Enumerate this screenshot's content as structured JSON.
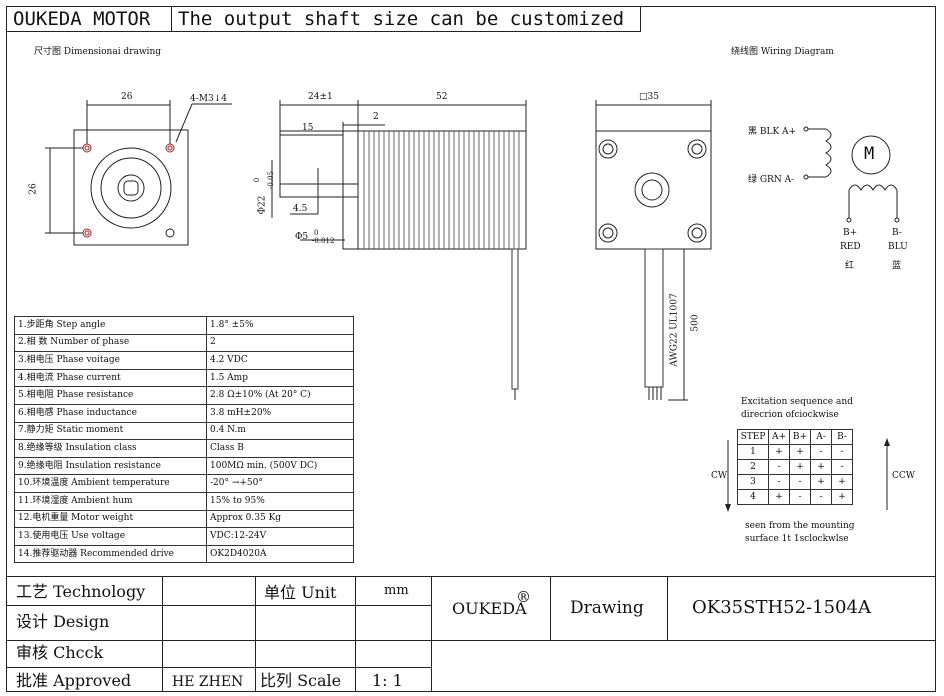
{
  "header": {
    "brand": "OUKEDA MOTOR",
    "tagline": "The output shaft size can be customized"
  },
  "labels": {
    "dim_drawing": "尺寸图 Dimensionai drawing",
    "wiring_diagram": "绕线图 Wiring Diagram"
  },
  "dimensions": {
    "front_width": "26",
    "hole_spec": "4-M3↓4",
    "front_height": "26",
    "shaft_total": "24±1",
    "body_length": "52",
    "shaft_flat": "15",
    "step": "2",
    "boss_dia": "Φ22",
    "boss_tol_upper": "0",
    "boss_tol_lower": "-0.05",
    "flat_depth": "4.5",
    "shaft_dia": "Φ5",
    "shaft_tol_upper": "0",
    "shaft_tol_lower": "-0.012",
    "square": "□35",
    "lead_length": "500",
    "wire_spec": "AWG22 UL1007"
  },
  "wiring": {
    "blk": "黑 BLK A+",
    "grn": "绿 GRN A-",
    "motor": "M",
    "b_plus": "B+",
    "b_minus": "B-",
    "red": "RED",
    "blu": "BLU",
    "red_cn": "红",
    "blu_cn": "蓝"
  },
  "specs": [
    {
      "key": "1.步距角 Step angle",
      "value": "1.8° ±5%"
    },
    {
      "key": "2.相  数 Number of phase",
      "value": "2"
    },
    {
      "key": "3.相电压 Phase voitage",
      "value": "4.2 VDC"
    },
    {
      "key": "4.相电流 Phase current",
      "value": "1.5 Amp"
    },
    {
      "key": "5.相电阻 Phase resistance",
      "value": "2.8 Ω±10% (At 20° C)"
    },
    {
      "key": "6.相电感 Phase inductance",
      "value": "3.8 mH±20%"
    },
    {
      "key": "7.静力矩 Static moment",
      "value": "0.4 N.m"
    },
    {
      "key": "8.绝缘等级 Insulation class",
      "value": "Class B"
    },
    {
      "key": "9.绝缘电阻 Insulation resistance",
      "value": "100MΩ min. (500V DC)"
    },
    {
      "key": "10.环境温度 Ambient temperature",
      "value": "-20° →+50°"
    },
    {
      "key": "11.环境湿度 Ambient hum",
      "value": "15% to 95%"
    },
    {
      "key": "12.电机重量 Motor weight",
      "value": "Approx 0.35 Kg"
    },
    {
      "key": "13.使用电压 Use voltage",
      "value": "VDC:12-24V"
    },
    {
      "key": "14.推荐驱动器 Recommended drive",
      "value": "OK2D4020A"
    }
  ],
  "excitation": {
    "title1": "Excitation sequence and",
    "title2": "direcrion ofciockwise",
    "header": [
      "STEP",
      "A+",
      "B+",
      "A-",
      "B-"
    ],
    "rows": [
      [
        "1",
        "+",
        "+",
        "-",
        "-"
      ],
      [
        "2",
        "-",
        "+",
        "+",
        "-"
      ],
      [
        "3",
        "-",
        "-",
        "+",
        "+"
      ],
      [
        "4",
        "+",
        "-",
        "-",
        "+"
      ]
    ],
    "cw": "CW",
    "ccw": "CCW",
    "note1": "seen from the mounting",
    "note2": "surface 1t 1sclockwlse"
  },
  "title_block": {
    "technology": "工艺 Technology",
    "design": "设计 Design",
    "check": "审核 Chcck",
    "approved": "批准 Approved",
    "approver": "HE ZHEN",
    "unit_label": "单位 Unit",
    "unit_value": "mm",
    "scale_label": "比列 Scale",
    "scale_value": "1: 1",
    "brand": "OUKEDA",
    "registered": "®",
    "drawing_label": "Drawing",
    "model": "OK35STH52-1504A"
  }
}
